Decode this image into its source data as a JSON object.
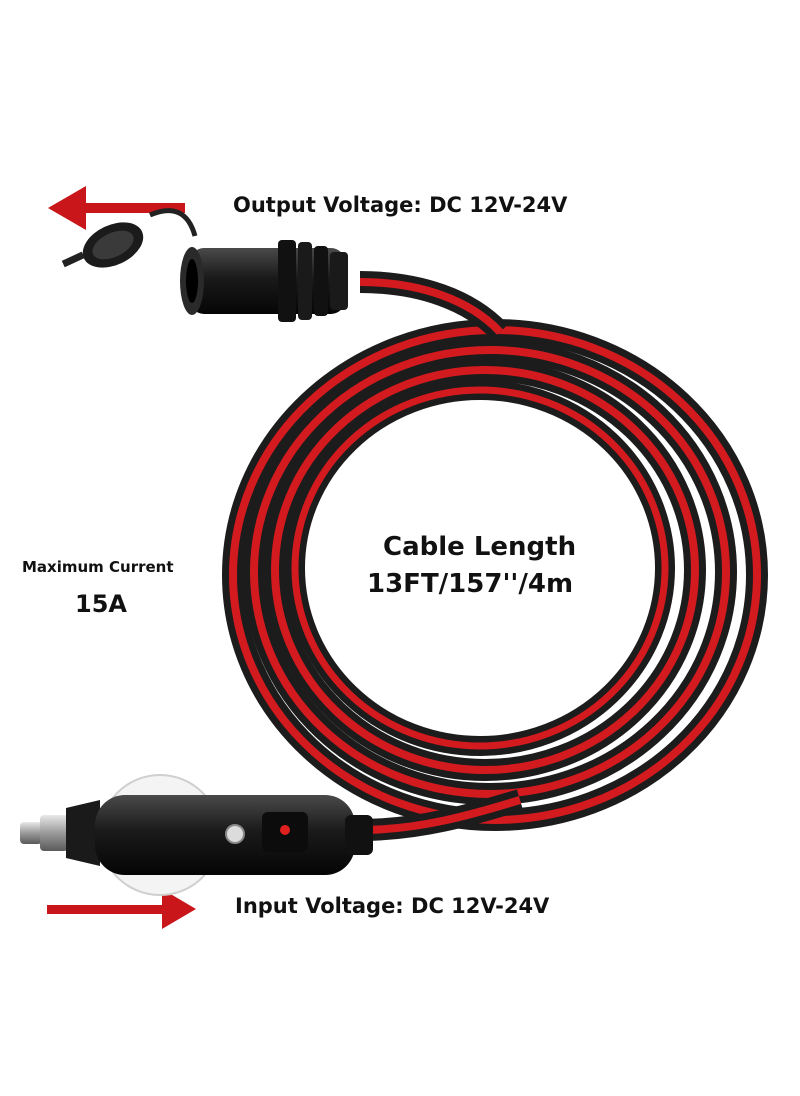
{
  "labels": {
    "output_voltage": "Output Voltage: DC 12V-24V",
    "input_voltage": "Input Voltage: DC 12V-24V",
    "max_current_label": "Maximum Current",
    "max_current_value": "15A",
    "cable_length_title": "Cable Length",
    "cable_length_value": "13FT/157''/4m"
  },
  "colors": {
    "arrow": "#c8161b",
    "cable_red": "#d21a1f",
    "cable_black": "#1c1c1c",
    "connector": "#141414"
  }
}
